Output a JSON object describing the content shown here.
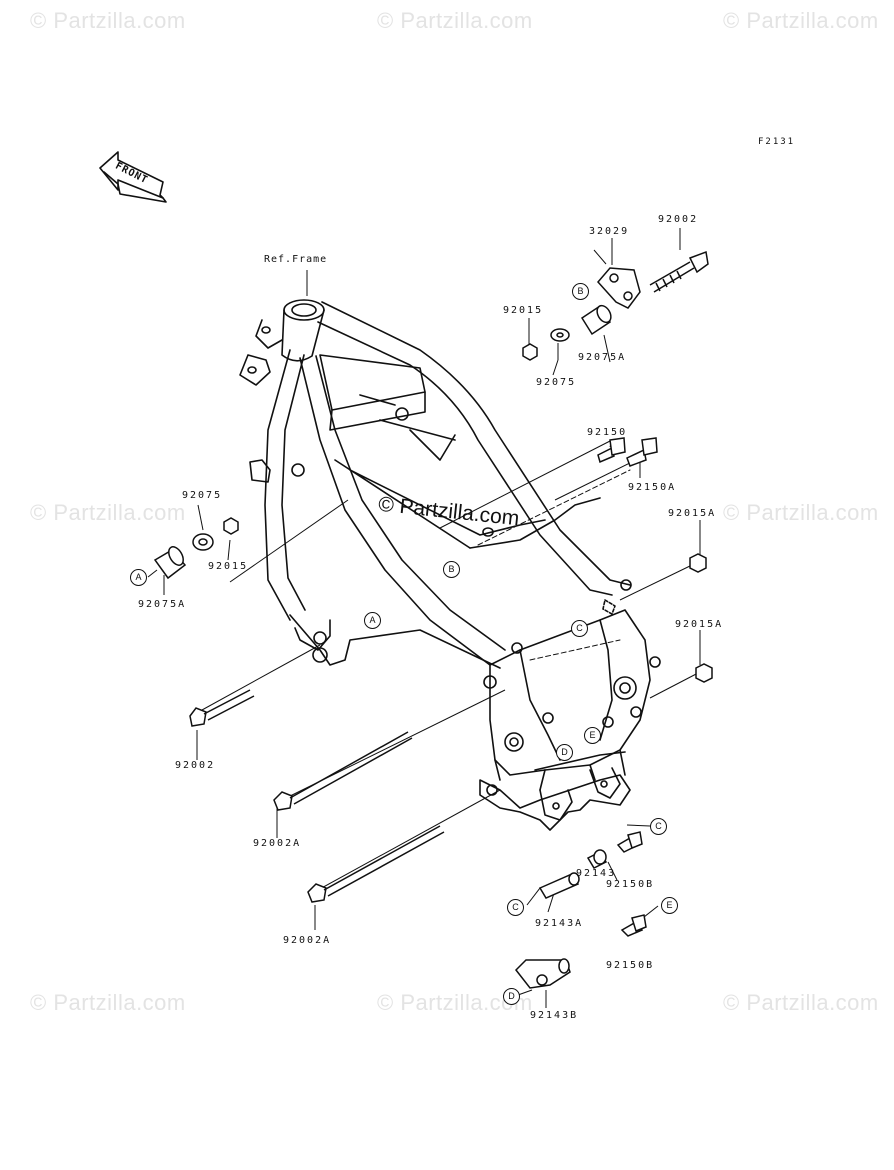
{
  "watermark": "© Partzilla.com",
  "center_watermark": "© Partzilla.com",
  "figure_code": "F2131",
  "front_label": "FRONT",
  "ref_label": "Ref.Frame",
  "parts": {
    "p32029": "32029",
    "p92002_top": "92002",
    "p92015_top": "92015",
    "p92075A_top": "92075A",
    "p92075_top": "92075",
    "p92150": "92150",
    "p92150A": "92150A",
    "p92075_left": "92075",
    "p92015_left": "92015",
    "p92075A_left": "92075A",
    "p92015A_1": "92015A",
    "p92015A_2": "92015A",
    "p92002_left": "92002",
    "p92002A_1": "92002A",
    "p92002A_2": "92002A",
    "p92150B_1": "92150B",
    "p92143": "92143",
    "p92143A": "92143A",
    "p92150B_2": "92150B",
    "p92143B": "92143B"
  },
  "callouts": {
    "A": "A",
    "B": "B",
    "C": "C",
    "D": "D",
    "E": "E"
  }
}
